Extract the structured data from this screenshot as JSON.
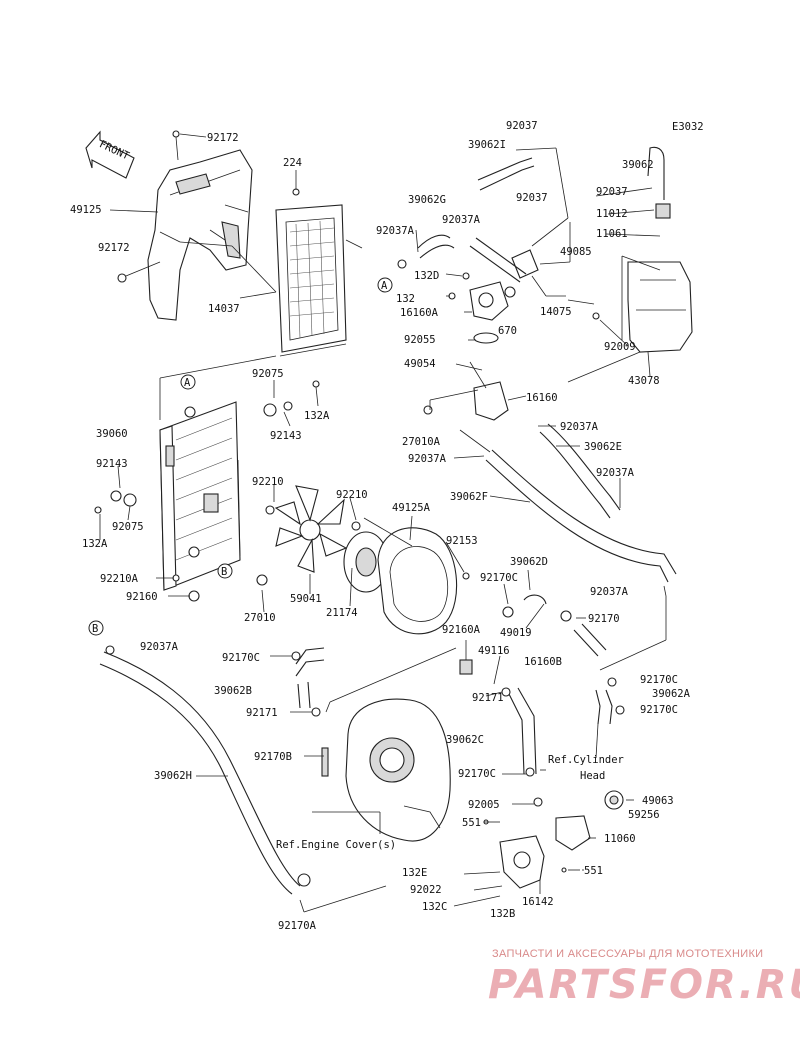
{
  "diagram": {
    "code": "E3032",
    "front_label": "FRONT",
    "ref_labels": {
      "cylinder_head": [
        "Ref.Cylinder",
        "Head"
      ],
      "engine_cover": "Ref.Engine Cover(s)"
    },
    "markers": [
      "A",
      "B"
    ],
    "parts": [
      {
        "id": "p0",
        "text": "92172"
      },
      {
        "id": "p1",
        "text": "224"
      },
      {
        "id": "p2",
        "text": "49125"
      },
      {
        "id": "p3",
        "text": "92172"
      },
      {
        "id": "p4",
        "text": "14037"
      },
      {
        "id": "p5",
        "text": "92037"
      },
      {
        "id": "p6",
        "text": "39062I"
      },
      {
        "id": "p7",
        "text": "39062"
      },
      {
        "id": "p8",
        "text": "92037"
      },
      {
        "id": "p9",
        "text": "39062G"
      },
      {
        "id": "p10",
        "text": "92037"
      },
      {
        "id": "p11",
        "text": "11012"
      },
      {
        "id": "p12",
        "text": "92037A"
      },
      {
        "id": "p13",
        "text": "92037A"
      },
      {
        "id": "p14",
        "text": "11061"
      },
      {
        "id": "p15",
        "text": "49085"
      },
      {
        "id": "p16",
        "text": "132D"
      },
      {
        "id": "p17",
        "text": "132"
      },
      {
        "id": "p18",
        "text": "14075"
      },
      {
        "id": "p19",
        "text": "16160A"
      },
      {
        "id": "p20",
        "text": "670"
      },
      {
        "id": "p21",
        "text": "92009"
      },
      {
        "id": "p22",
        "text": "92055"
      },
      {
        "id": "p23",
        "text": "49054"
      },
      {
        "id": "p24",
        "text": "43078"
      },
      {
        "id": "p25",
        "text": "92075"
      },
      {
        "id": "p26",
        "text": "16160"
      },
      {
        "id": "p27",
        "text": "132A"
      },
      {
        "id": "p28",
        "text": "39060"
      },
      {
        "id": "p29",
        "text": "92143"
      },
      {
        "id": "p30",
        "text": "27010A"
      },
      {
        "id": "p31",
        "text": "92037A"
      },
      {
        "id": "p32",
        "text": "92037A"
      },
      {
        "id": "p33",
        "text": "39062E"
      },
      {
        "id": "p34",
        "text": "92143"
      },
      {
        "id": "p35",
        "text": "92210"
      },
      {
        "id": "p36",
        "text": "92037A"
      },
      {
        "id": "p37",
        "text": "92210"
      },
      {
        "id": "p38",
        "text": "39062F"
      },
      {
        "id": "p39",
        "text": "92075"
      },
      {
        "id": "p40",
        "text": "49125A"
      },
      {
        "id": "p41",
        "text": "132A"
      },
      {
        "id": "p42",
        "text": "92153"
      },
      {
        "id": "p43",
        "text": "39062D"
      },
      {
        "id": "p44",
        "text": "92210A"
      },
      {
        "id": "p45",
        "text": "92170C"
      },
      {
        "id": "p46",
        "text": "92160"
      },
      {
        "id": "p47",
        "text": "27010"
      },
      {
        "id": "p48",
        "text": "59041"
      },
      {
        "id": "p49",
        "text": "21174"
      },
      {
        "id": "p50",
        "text": "92037A"
      },
      {
        "id": "p51",
        "text": "49019"
      },
      {
        "id": "p52",
        "text": "92170"
      },
      {
        "id": "p53",
        "text": "92160A"
      },
      {
        "id": "p54",
        "text": "92037A"
      },
      {
        "id": "p55",
        "text": "49116"
      },
      {
        "id": "p56",
        "text": "16160B"
      },
      {
        "id": "p57",
        "text": "92170C"
      },
      {
        "id": "p58",
        "text": "92170C"
      },
      {
        "id": "p59",
        "text": "39062B"
      },
      {
        "id": "p60",
        "text": "92171"
      },
      {
        "id": "p61",
        "text": "39062A"
      },
      {
        "id": "p62",
        "text": "92171"
      },
      {
        "id": "p63",
        "text": "92170C"
      },
      {
        "id": "p64",
        "text": "39062C"
      },
      {
        "id": "p65",
        "text": "92170B"
      },
      {
        "id": "p66",
        "text": "92170C"
      },
      {
        "id": "p67",
        "text": "39062H"
      },
      {
        "id": "p68",
        "text": "92005"
      },
      {
        "id": "p69",
        "text": "49063"
      },
      {
        "id": "p70",
        "text": "551"
      },
      {
        "id": "p71",
        "text": "59256"
      },
      {
        "id": "p72",
        "text": "11060"
      },
      {
        "id": "p73",
        "text": "551"
      },
      {
        "id": "p74",
        "text": "132E"
      },
      {
        "id": "p75",
        "text": "92022"
      },
      {
        "id": "p76",
        "text": "132C"
      },
      {
        "id": "p77",
        "text": "132B"
      },
      {
        "id": "p78",
        "text": "16142"
      },
      {
        "id": "p79",
        "text": "92170A"
      }
    ]
  },
  "watermark": {
    "tagline": "ЗАПЧАСТИ И АКСЕССУАРЫ ДЛЯ МОТОТЕХНИКИ",
    "logo": "PARTSFOR.RU"
  }
}
